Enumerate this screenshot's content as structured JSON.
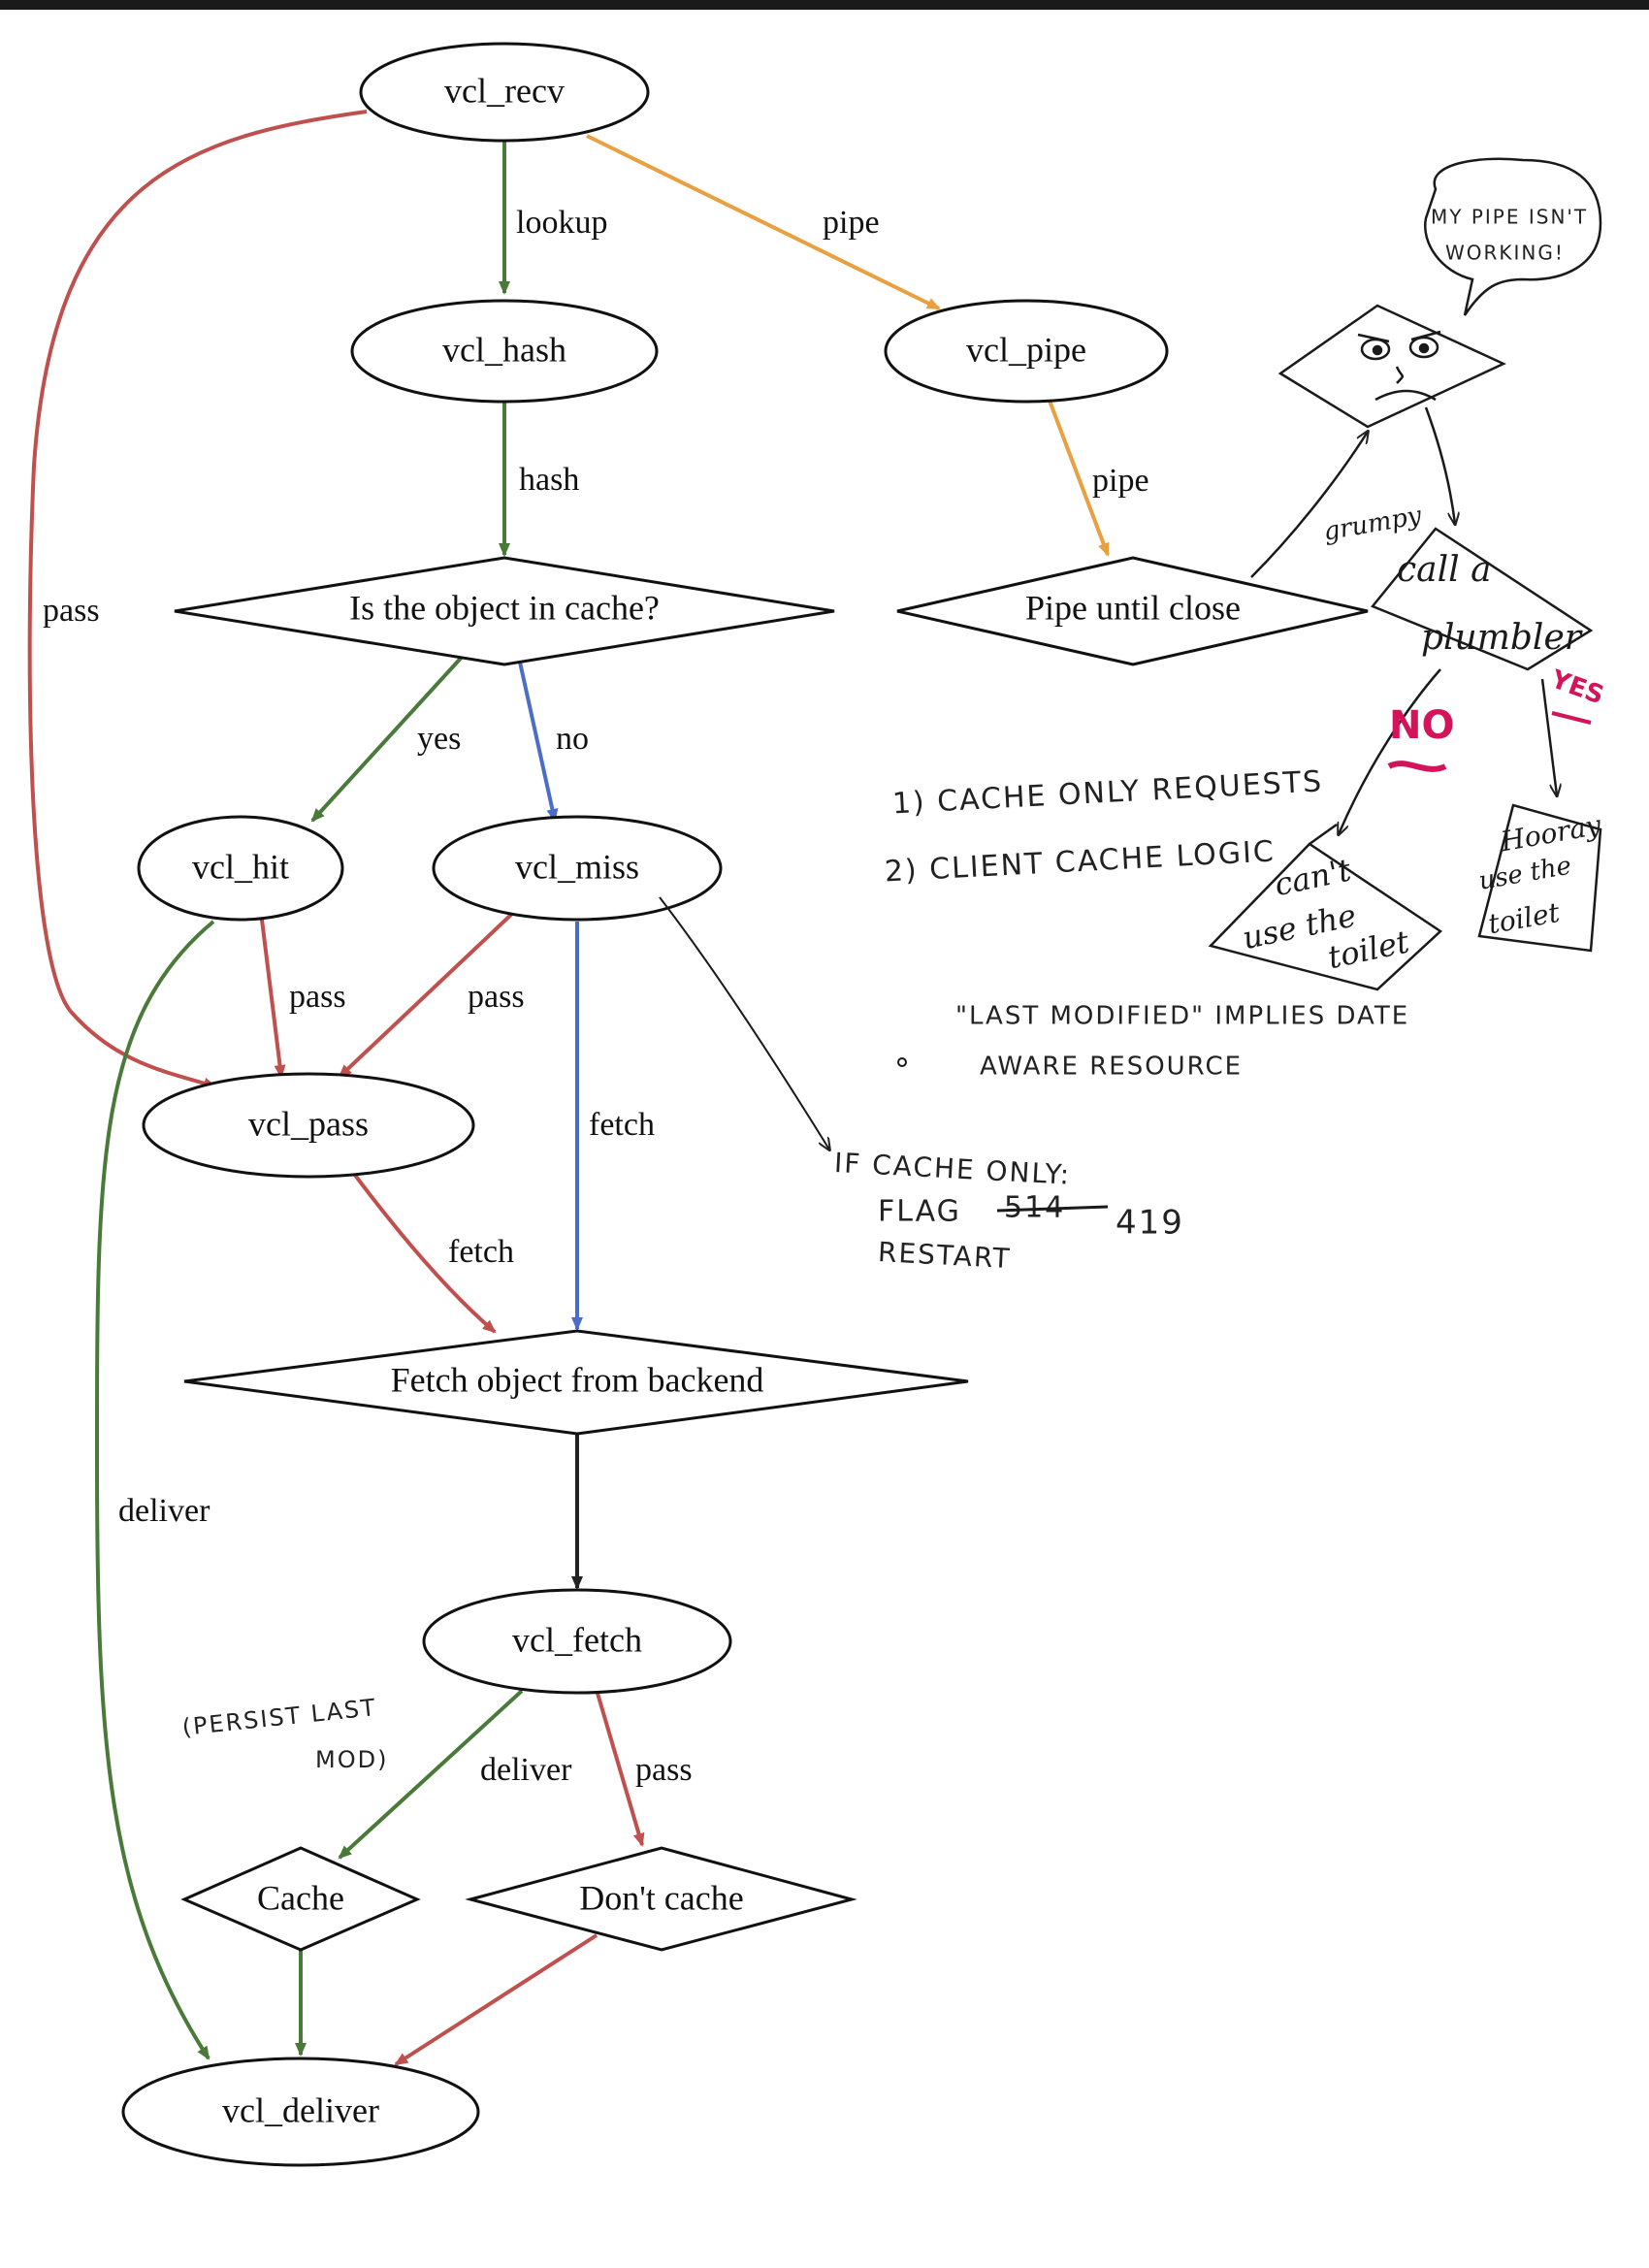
{
  "colors": {
    "pass": "#c0504d",
    "hit": "#4a7a3a",
    "pipe": "#e8a040",
    "miss": "#4a6ec8",
    "black": "#222222",
    "ink": "#1a1a1a",
    "red_ink": "#d4145a",
    "pencil": "#555555"
  },
  "nodes": {
    "vcl_recv": "vcl_recv",
    "vcl_hash": "vcl_hash",
    "vcl_pipe": "vcl_pipe",
    "in_cache": "Is the object in cache?",
    "pipe_until_close": "Pipe until close",
    "vcl_hit": "vcl_hit",
    "vcl_miss": "vcl_miss",
    "vcl_pass": "vcl_pass",
    "fetch_backend": "Fetch object from backend",
    "vcl_fetch": "vcl_fetch",
    "cache": "Cache",
    "dont_cache": "Don't cache",
    "vcl_deliver": "vcl_deliver"
  },
  "edges": {
    "lookup": "lookup",
    "pipe1": "pipe",
    "pipe2": "pipe",
    "hash": "hash",
    "pass_left": "pass",
    "yes": "yes",
    "no": "no",
    "pass_hit": "pass",
    "pass_miss": "pass",
    "fetch_miss": "fetch",
    "fetch_pass": "fetch",
    "deliver_left": "deliver",
    "deliver_fetch": "deliver",
    "pass_fetch": "pass"
  },
  "annotations": {
    "speech_line1": "MY PIPE ISN'T",
    "speech_line2": "WORKING!",
    "grumpy": "grumpy",
    "call_line1": "call a",
    "call_line2": "plumbler",
    "yes_label": "YES",
    "no_label": "NO",
    "cant_line1": "can't",
    "cant_line2": "use the",
    "cant_line3": "toilet",
    "hooray_line1": "Hooray",
    "hooray_line2": "use the",
    "hooray_line3": "toilet",
    "note1": "1) CACHE ONLY REQUESTS",
    "note2": "2) CLIENT CACHE LOGIC",
    "note3_line1": "\"LAST MODIFIED\" IMPLIES DATE",
    "note3_line2": "AWARE RESOURCE",
    "if_line1": "IF CACHE ONLY:",
    "if_line2_a": "FLAG",
    "if_line2_struck": "514",
    "if_line2_b": "419",
    "if_line3": "RESTART",
    "persist_line1": "(PERSIST LAST",
    "persist_line2": "MOD)"
  }
}
